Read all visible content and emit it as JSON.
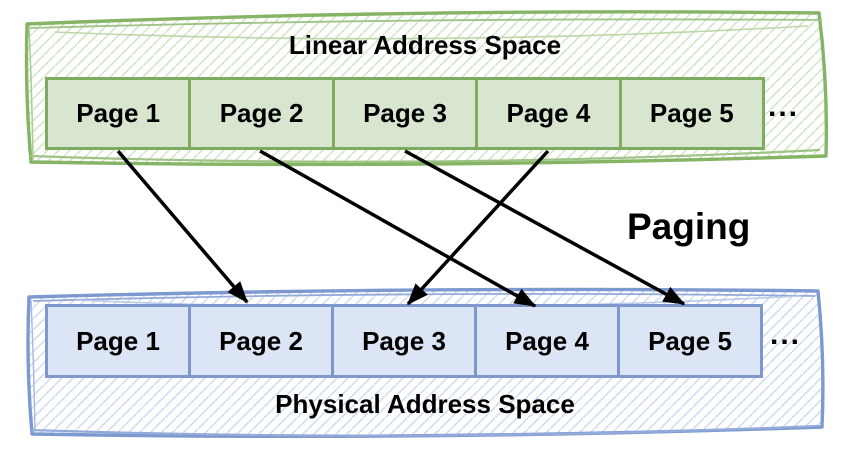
{
  "diagram": {
    "paging_label": "Paging",
    "linear": {
      "title": "Linear Address Space",
      "pages": [
        "Page 1",
        "Page 2",
        "Page 3",
        "Page 4",
        "Page 5"
      ],
      "ellipsis": "..."
    },
    "physical": {
      "title": "Physical Address Space",
      "pages": [
        "Page 1",
        "Page 2",
        "Page 3",
        "Page 4",
        "Page 5"
      ],
      "ellipsis": "..."
    },
    "mappings": [
      {
        "from": "Linear Page 1",
        "to": "Physical Page 2"
      },
      {
        "from": "Linear Page 2",
        "to": "Physical Page 4"
      },
      {
        "from": "Linear Page 3",
        "to": "Physical Page 5"
      },
      {
        "from": "Linear Page 4",
        "to": "Physical Page 3"
      }
    ],
    "colors": {
      "linear_outline": "#84b464",
      "linear_box_border": "#7cac60",
      "linear_box_fill": "#d8e6d0",
      "linear_hatch": "#cfe3c2",
      "physical_outline": "#7d99d0",
      "physical_box_border": "#7e98cb",
      "physical_box_fill": "#dbe5f5",
      "physical_hatch": "#ccdaf0",
      "arrow": "#000000",
      "text": "#000000"
    }
  }
}
